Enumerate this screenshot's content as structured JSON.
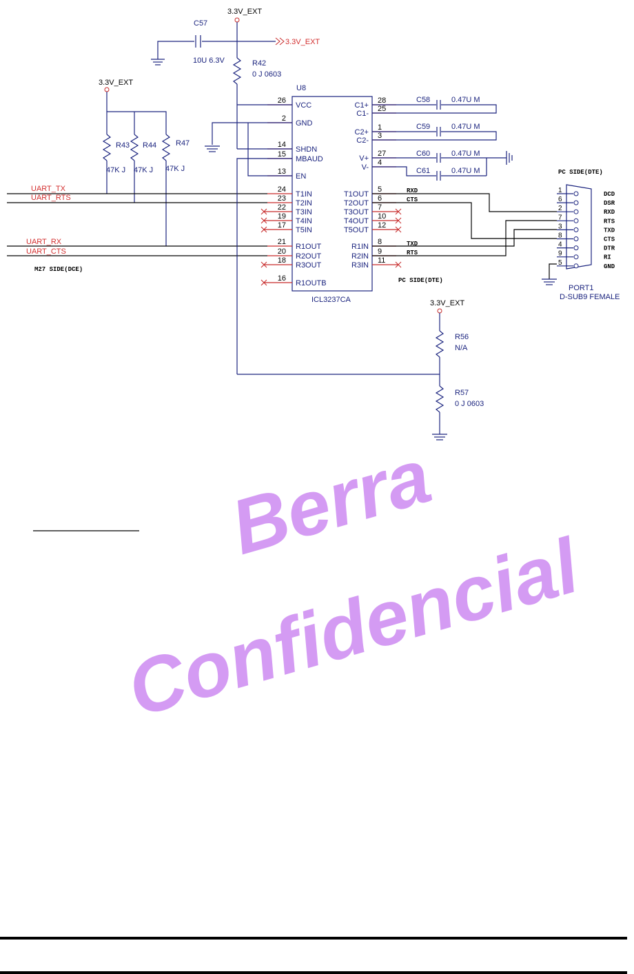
{
  "power": {
    "ext": "3.3V_EXT",
    "ext_arrow": ">>3.3V_EXT"
  },
  "c57": {
    "ref": "C57",
    "value": "10U 6.3V"
  },
  "r42": {
    "ref": "R42",
    "value": "0 J 0603"
  },
  "pullups": [
    {
      "ref": "R43",
      "value": "47K J"
    },
    {
      "ref": "R44",
      "value": "47K J"
    },
    {
      "ref": "R47",
      "value": "47K J"
    }
  ],
  "ic": {
    "ref": "U8",
    "part": "ICL3237CA",
    "left_pins": [
      {
        "num": "26",
        "name": "VCC"
      },
      {
        "num": "2",
        "name": "GND"
      },
      {
        "num": "14",
        "name": "SHDN"
      },
      {
        "num": "15",
        "name": "MBAUD"
      },
      {
        "num": "13",
        "name": "EN"
      },
      {
        "num": "24",
        "name": "T1IN"
      },
      {
        "num": "23",
        "name": "T2IN"
      },
      {
        "num": "22",
        "name": "T3IN"
      },
      {
        "num": "19",
        "name": "T4IN"
      },
      {
        "num": "17",
        "name": "T5IN"
      },
      {
        "num": "21",
        "name": "R1OUT"
      },
      {
        "num": "20",
        "name": "R2OUT"
      },
      {
        "num": "18",
        "name": "R3OUT"
      },
      {
        "num": "16",
        "name": "R1OUTB"
      }
    ],
    "right_pins": [
      {
        "num": "28",
        "name": "C1+"
      },
      {
        "num": "25",
        "name": "C1-"
      },
      {
        "num": "1",
        "name": "C2+"
      },
      {
        "num": "3",
        "name": "C2-"
      },
      {
        "num": "27",
        "name": "V+"
      },
      {
        "num": "4",
        "name": "V-"
      },
      {
        "num": "5",
        "name": "T1OUT"
      },
      {
        "num": "6",
        "name": "T2OUT"
      },
      {
        "num": "7",
        "name": "T3OUT"
      },
      {
        "num": "10",
        "name": "T4OUT"
      },
      {
        "num": "12",
        "name": "T5OUT"
      },
      {
        "num": "8",
        "name": "R1IN"
      },
      {
        "num": "9",
        "name": "R2IN"
      },
      {
        "num": "11",
        "name": "R3IN"
      }
    ]
  },
  "caps": [
    {
      "ref": "C58",
      "value": "0.47U M"
    },
    {
      "ref": "C59",
      "value": "0.47U M"
    },
    {
      "ref": "C60",
      "value": "0.47U M"
    },
    {
      "ref": "C61",
      "value": "0.47U M"
    }
  ],
  "nets": {
    "uart_tx": "UART_TX",
    "uart_rts": "UART_RTS",
    "uart_rx": "UART_RX",
    "uart_cts": "UART_CTS",
    "rxd": "RXD",
    "cts": "CTS",
    "txd": "TXD",
    "rts": "RTS"
  },
  "sides": {
    "dce": "M27 SIDE(DCE)",
    "dte_pc": "PC SIDE(DTE)",
    "dte_top": "PC SIDE(DTE)"
  },
  "connector": {
    "ref": "PORT1",
    "part": "D-SUB9  FEMALE",
    "pins": [
      {
        "num": "1",
        "signal": "DCD"
      },
      {
        "num": "6",
        "signal": "DSR"
      },
      {
        "num": "2",
        "signal": "RXD"
      },
      {
        "num": "7",
        "signal": "RTS"
      },
      {
        "num": "3",
        "signal": "TXD"
      },
      {
        "num": "8",
        "signal": "CTS"
      },
      {
        "num": "4",
        "signal": "DTR"
      },
      {
        "num": "9",
        "signal": "RI"
      },
      {
        "num": "5",
        "signal": "GND"
      }
    ]
  },
  "r56": {
    "ref": "R56",
    "value": "N/A"
  },
  "r57": {
    "ref": "R57",
    "value": "0 J 0603"
  },
  "watermark": {
    "line1": "Berra",
    "line2": "Confidencial"
  }
}
